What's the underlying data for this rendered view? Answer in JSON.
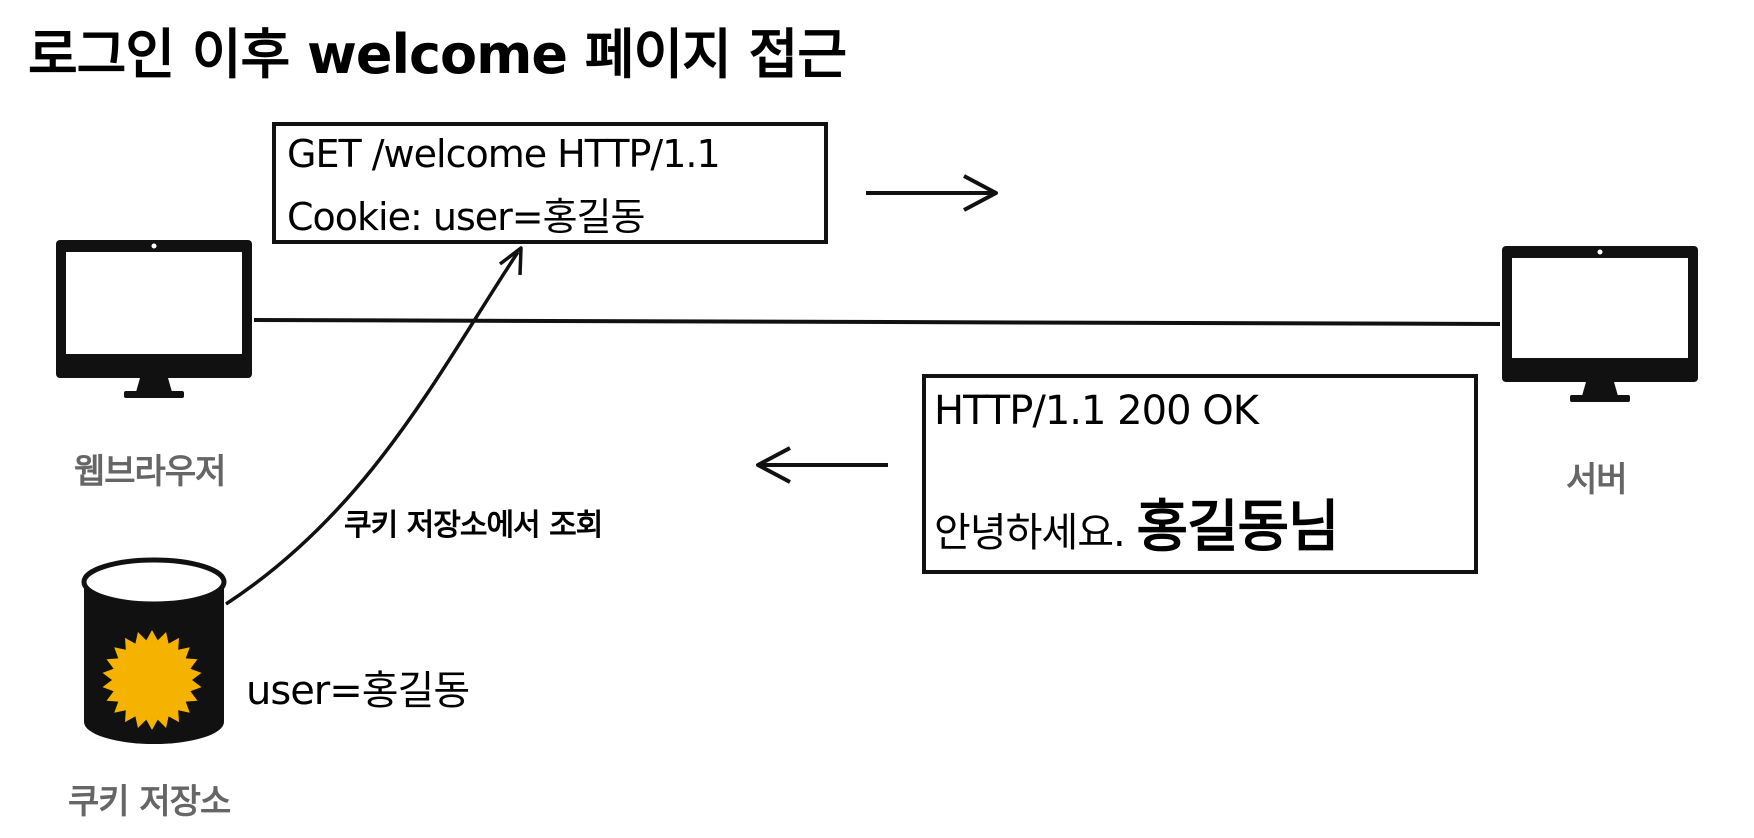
{
  "title": "로그인 이후 welcome 페이지 접근",
  "request": {
    "line1": "GET /welcome HTTP/1.1",
    "line2": "Cookie: user=홍길동"
  },
  "response": {
    "status_line": "HTTP/1.1 200 OK",
    "greeting": "안녕하세요.",
    "name": "홍길동님"
  },
  "client": {
    "label": "웹브라우저",
    "icon": "monitor-icon"
  },
  "server": {
    "label": "서버",
    "icon": "monitor-icon"
  },
  "cookie_store": {
    "label": "쿠키 저장소",
    "lookup_label": "쿠키 저장소에서 조회",
    "value": "user=홍길동",
    "icon": "database-cylinder-icon"
  },
  "colors": {
    "cookie_badge": "#F5B300",
    "stroke": "#111111",
    "label_gray": "#666666"
  }
}
